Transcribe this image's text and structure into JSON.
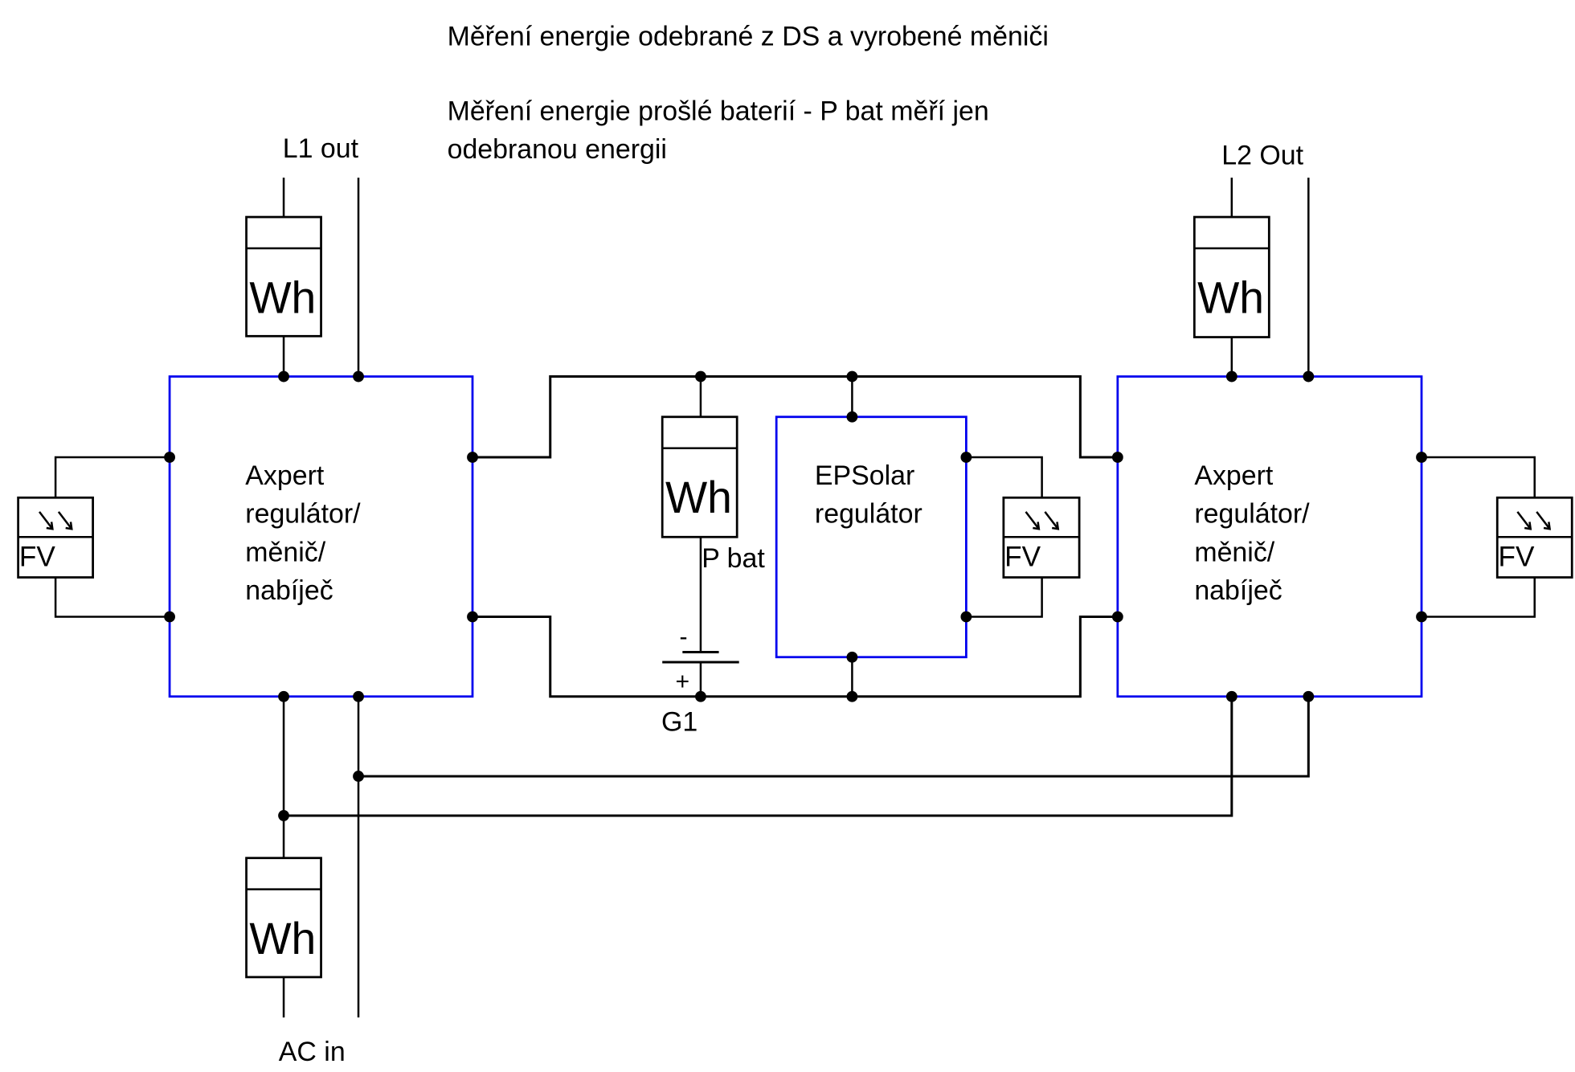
{
  "notes": {
    "line1": "Měření energie odebrané z DS a vyrobené měniči",
    "line2a": "Měření energie prošlé baterií - P bat měří jen",
    "line2b": "odebranou energii"
  },
  "terminals": {
    "l1_out": "L1 out",
    "l2_out": "L2 Out",
    "ac_in": "AC in"
  },
  "blocks": {
    "axpert_left": [
      "Axpert",
      "regulátor/",
      "měnič/",
      "nabíječ"
    ],
    "axpert_right": [
      "Axpert",
      "regulátor/",
      "měnič/",
      "nabíječ"
    ],
    "epsolar": [
      "EPSolar",
      "regulátor"
    ]
  },
  "meters": {
    "label": "Wh",
    "l1_meter": "Wh",
    "l2_meter": "Wh",
    "bat_meter": "Wh",
    "ac_meter": "Wh"
  },
  "pv_panels": {
    "label": "FV",
    "left": "FV",
    "middle": "FV",
    "right": "FV"
  },
  "battery": {
    "name": "G1",
    "meter_label": "P bat",
    "minus": "-",
    "plus": "+"
  },
  "colors": {
    "device_outline": "#0000ee",
    "wire": "#000000"
  }
}
